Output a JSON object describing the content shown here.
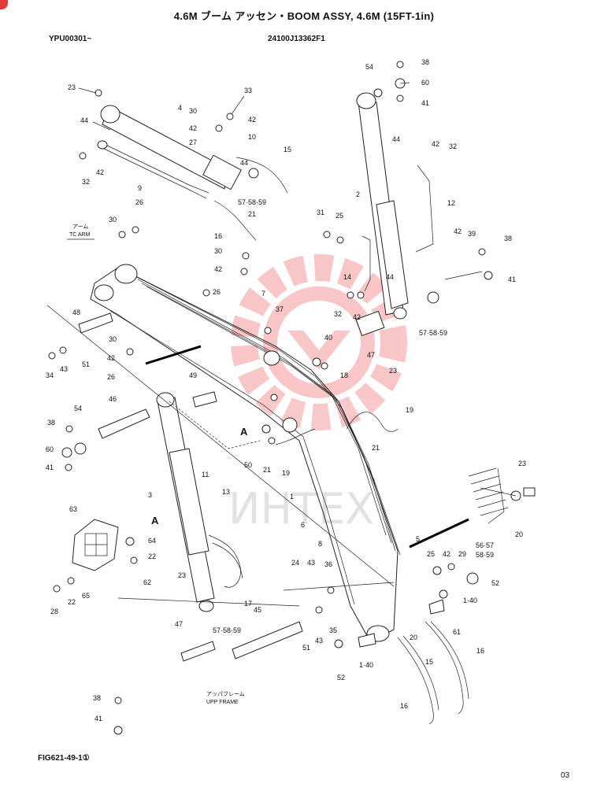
{
  "header": {
    "title": "4.6M ブーム アッセン・BOOM ASSY, 4.6M (15FT-1in)",
    "serial": "YPU00301~",
    "part_number": "24100J13362F1"
  },
  "footer": {
    "figure": "FIG621-49-1①",
    "page": "03"
  },
  "watermark": {
    "text": "ИНТЕХ",
    "color": "#e8222a"
  },
  "notes": {
    "arm_ja": "アーム",
    "arm_en": "TC ARM",
    "upper_frame_ja": "アッパフレーム",
    "upper_frame_en": "UPP FRAME"
  },
  "view_marks": {
    "a1": "A",
    "a2": "A"
  },
  "callouts": {
    "c23a": "23",
    "c44a": "44",
    "c4": "4",
    "c30a": "30",
    "c42a": "42",
    "c33": "33",
    "c42b": "42",
    "c27": "27",
    "c10": "10",
    "c44b": "44",
    "c15a": "15",
    "c42c": "42",
    "c32a": "32",
    "c9": "9",
    "c57a": "57·58·59",
    "c21a": "21",
    "c26a": "26",
    "c30b": "30",
    "c16a": "16",
    "c30c": "30",
    "c42d": "42",
    "c26b": "26",
    "c7": "7",
    "c37": "37",
    "c48": "48",
    "c30d": "30",
    "c34": "34",
    "c43a": "43",
    "c51a": "51",
    "c42e": "42",
    "c26c": "26",
    "c49": "49",
    "c40a": "40",
    "c18": "18",
    "c46": "46",
    "c38a": "38",
    "c54a": "54",
    "c60a": "60",
    "c41a": "41",
    "c50": "50",
    "c21b": "21",
    "c19a": "19",
    "c19b": "19",
    "c21c": "21",
    "c3": "3",
    "c11": "11",
    "c13": "13",
    "c1": "1",
    "c6": "6",
    "c63": "63",
    "c64": "64",
    "c22a": "22",
    "c62": "62",
    "c28": "28",
    "c22b": "22",
    "c65": "65",
    "c23b": "23",
    "c17": "17",
    "c45": "45",
    "c47a": "47",
    "c57b": "57·58·59",
    "c38b": "38",
    "c41b": "41",
    "c8": "8",
    "c24": "24",
    "c43b": "43",
    "c36": "36",
    "c35": "35",
    "c43c": "43",
    "c51b": "51",
    "c52a": "52",
    "c140a": "1·40",
    "c54b": "54",
    "c38c": "38",
    "c60b": "60",
    "c41c": "41",
    "c44c": "44",
    "c42f": "42",
    "c32b": "32",
    "c2": "2",
    "c12": "12",
    "c31": "31",
    "c25a": "25",
    "c42g": "42",
    "c39": "39",
    "c38d": "38",
    "c41d": "41",
    "c14": "14",
    "c44d": "44",
    "c32c": "32",
    "c42h": "42",
    "c57c": "57·58·59",
    "c47b": "47",
    "c23c": "23",
    "c23d": "23",
    "c20a": "20",
    "c5": "5",
    "c25b": "25",
    "c42i": "42",
    "c29": "29",
    "c5657": "56·57",
    "c5859": "58·59",
    "c52b": "52",
    "c140b": "1·40",
    "c61": "61",
    "c20b": "20",
    "c15b": "15",
    "c16b": "16",
    "c16c": "16"
  }
}
